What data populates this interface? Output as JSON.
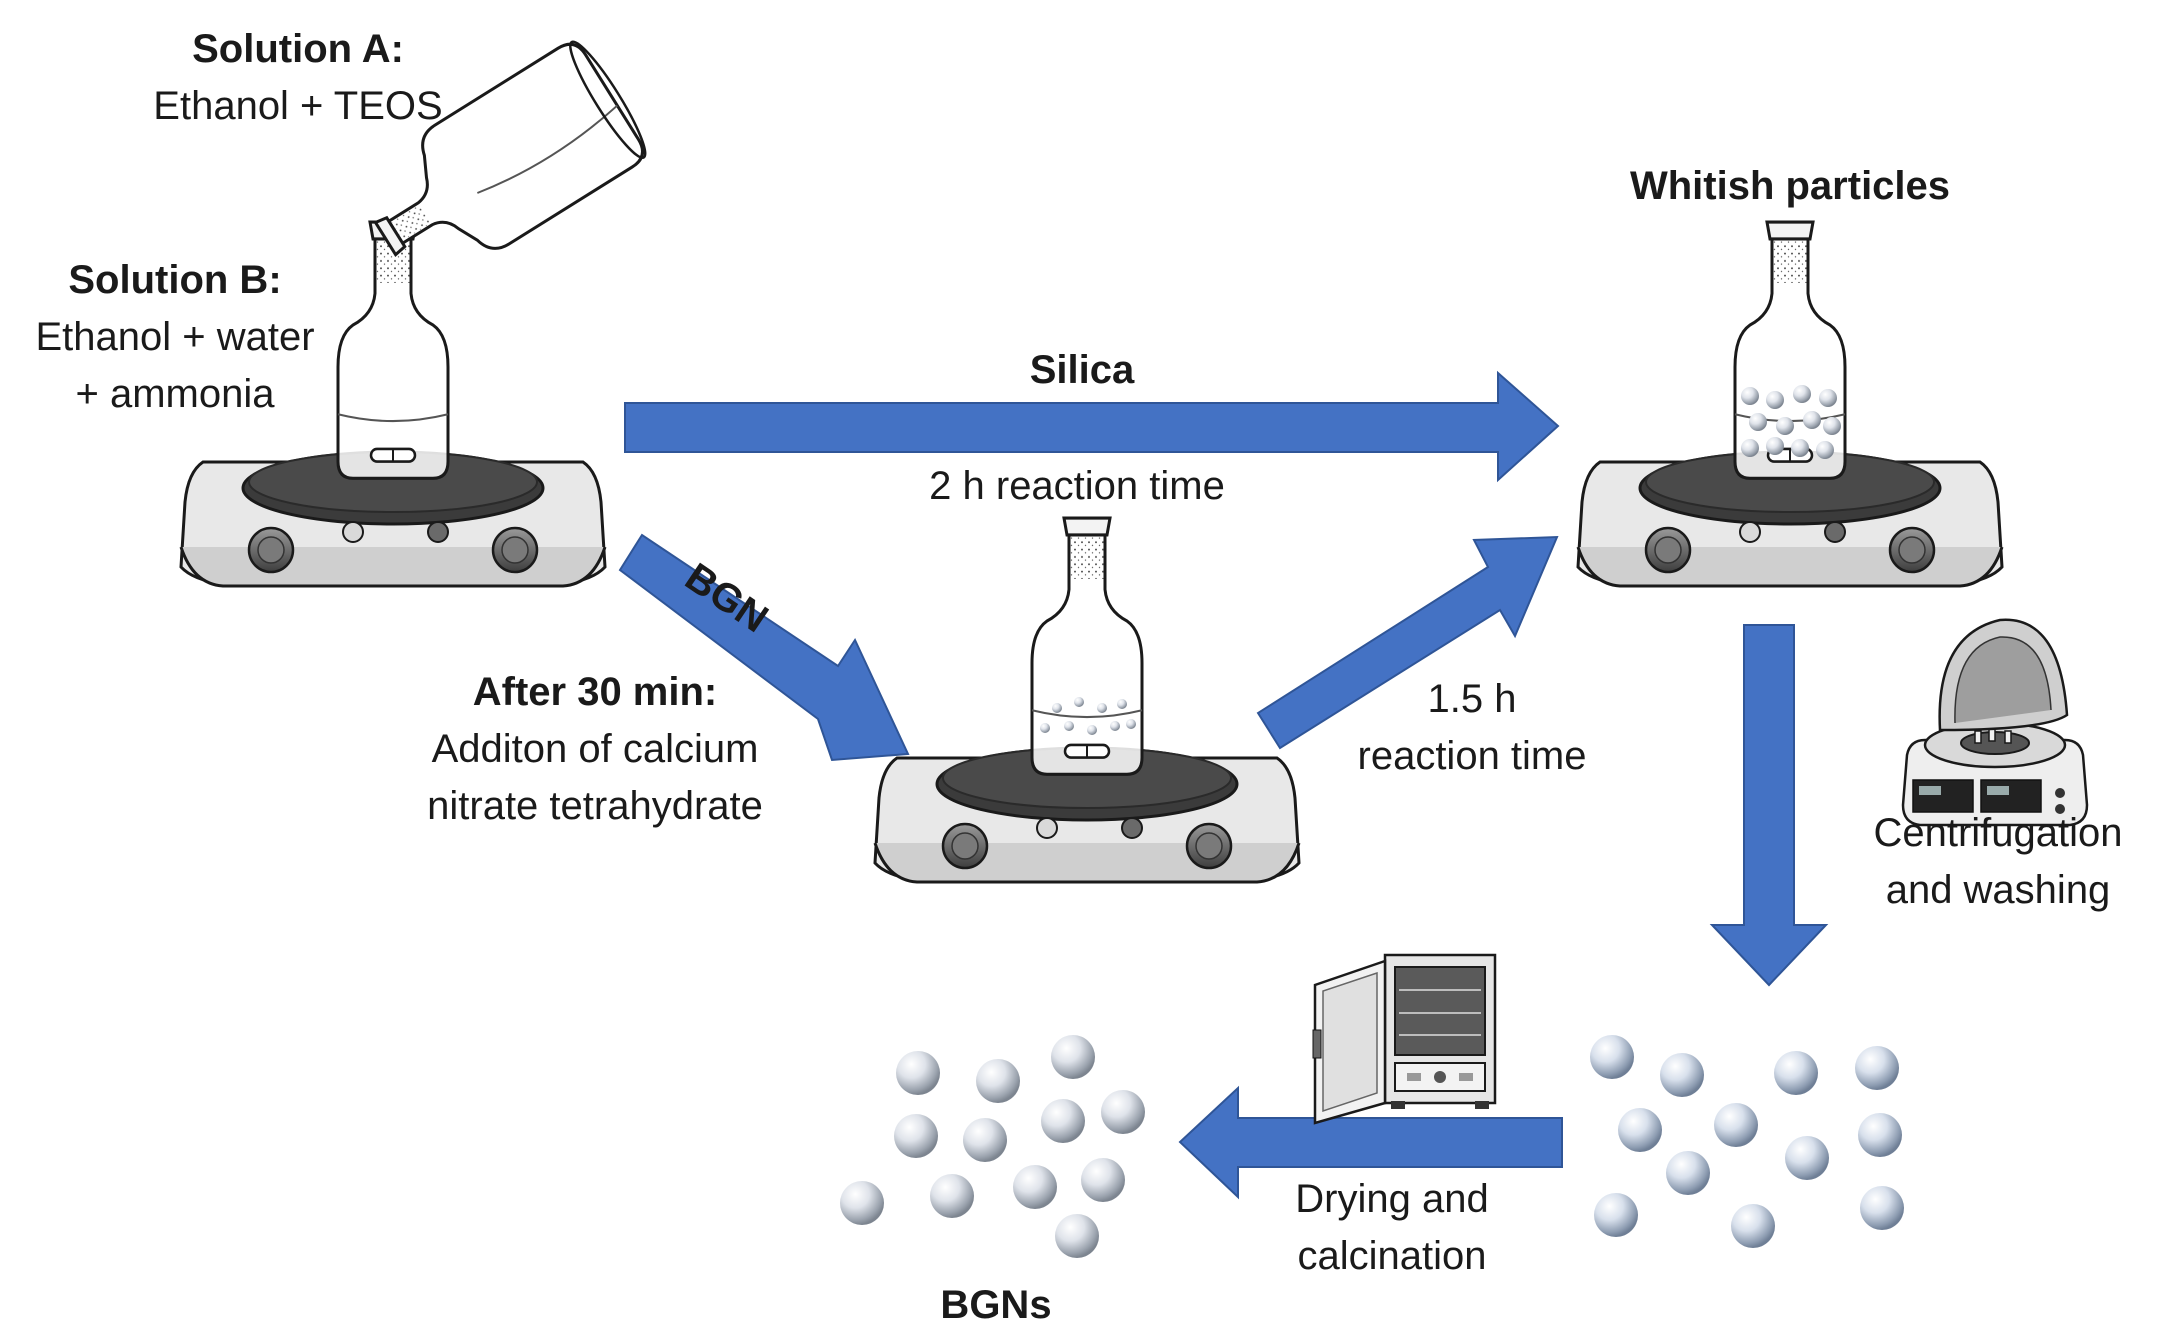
{
  "solution_a": {
    "title": "Solution A:",
    "content": "Ethanol + TEOS"
  },
  "solution_b": {
    "title": "Solution B:",
    "line1": "Ethanol + water",
    "line2": "+ ammonia"
  },
  "silica_route": {
    "label": "Silica",
    "time": "2 h reaction time"
  },
  "bgn_route": {
    "label": "BGN",
    "step_title": "After 30 min:",
    "step_line1": "Additon of calcium",
    "step_line2": "nitrate tetrahydrate",
    "time_line1": "1.5 h",
    "time_line2": "reaction time"
  },
  "whitish": {
    "label": "Whitish particles"
  },
  "centrifuge": {
    "line1": "Centrifugation",
    "line2": "and washing"
  },
  "drying": {
    "line1": "Drying and",
    "line2": "calcination"
  },
  "bgns": {
    "label": "BGNs"
  },
  "colors": {
    "arrow": "#4472C4",
    "arrow_dark": "#2F5597",
    "plate": "#404040",
    "stirrer_body": "#E6E6E6",
    "outline": "#1a1a1a"
  }
}
